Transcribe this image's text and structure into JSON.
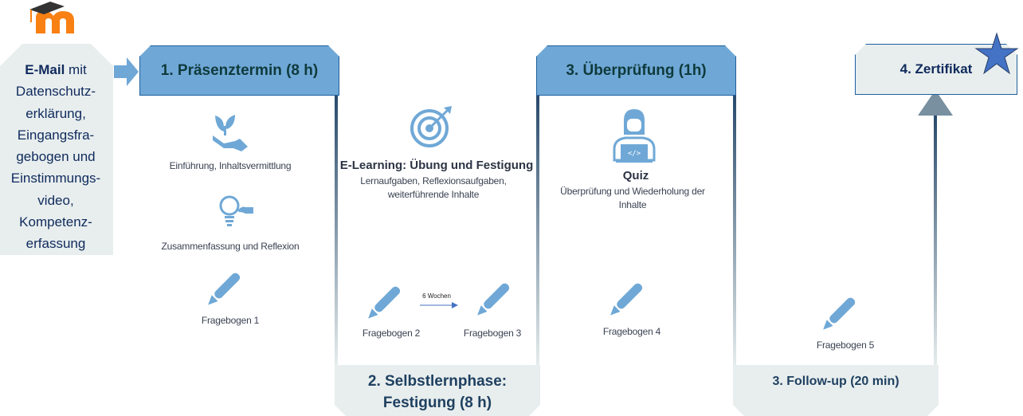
{
  "logo": {
    "name": "moodle-logo",
    "letter": "m"
  },
  "intro": {
    "bold": "E-Mail",
    "rest": " mit",
    "lines": [
      "Datenschutz-",
      "erklärung,",
      "Eingangsfra-",
      "gebogen und",
      "Einstimmungs-",
      "video,",
      "Kompetenz-",
      "erfassung"
    ]
  },
  "phase1": {
    "title": "1. Präsenztermin (8 h)",
    "item1": "Einführung, Inhaltsvermittlung",
    "item2": "Zusammenfassung und Reflexion",
    "questionnaire": "Fragebogen 1"
  },
  "phase2": {
    "title_line1": "2. Selbstlernphase:",
    "title_line2": "Festigung (8 h)",
    "heading": "E-Learning: Übung und Festigung",
    "desc_line1": "Lernaufgaben, Reflexionsaufgaben,",
    "desc_line2": "weiterführende Inhalte",
    "questionnaire_a": "Fragebogen 2",
    "questionnaire_b": "Fragebogen 3",
    "interval": "6 Wochen"
  },
  "phase3": {
    "title": "3. Überprüfung (1h)",
    "heading": "Quiz",
    "desc_line1": "Überprüfung und Wiederholung der",
    "desc_line2": "Inhalte",
    "questionnaire": "Fragebogen 4"
  },
  "followup": {
    "title": "3. Follow-up (20 min)",
    "questionnaire": "Fragebogen 5"
  },
  "certificate": {
    "title": "4. Zertifikat"
  },
  "colors": {
    "header_blue": "#6fa8d6",
    "icon_blue": "#6fa8d6",
    "navy": "#0f2a5c",
    "panel_grey": "#e8eeee",
    "star": "#4472c4",
    "logo_orange": "#f98012"
  }
}
